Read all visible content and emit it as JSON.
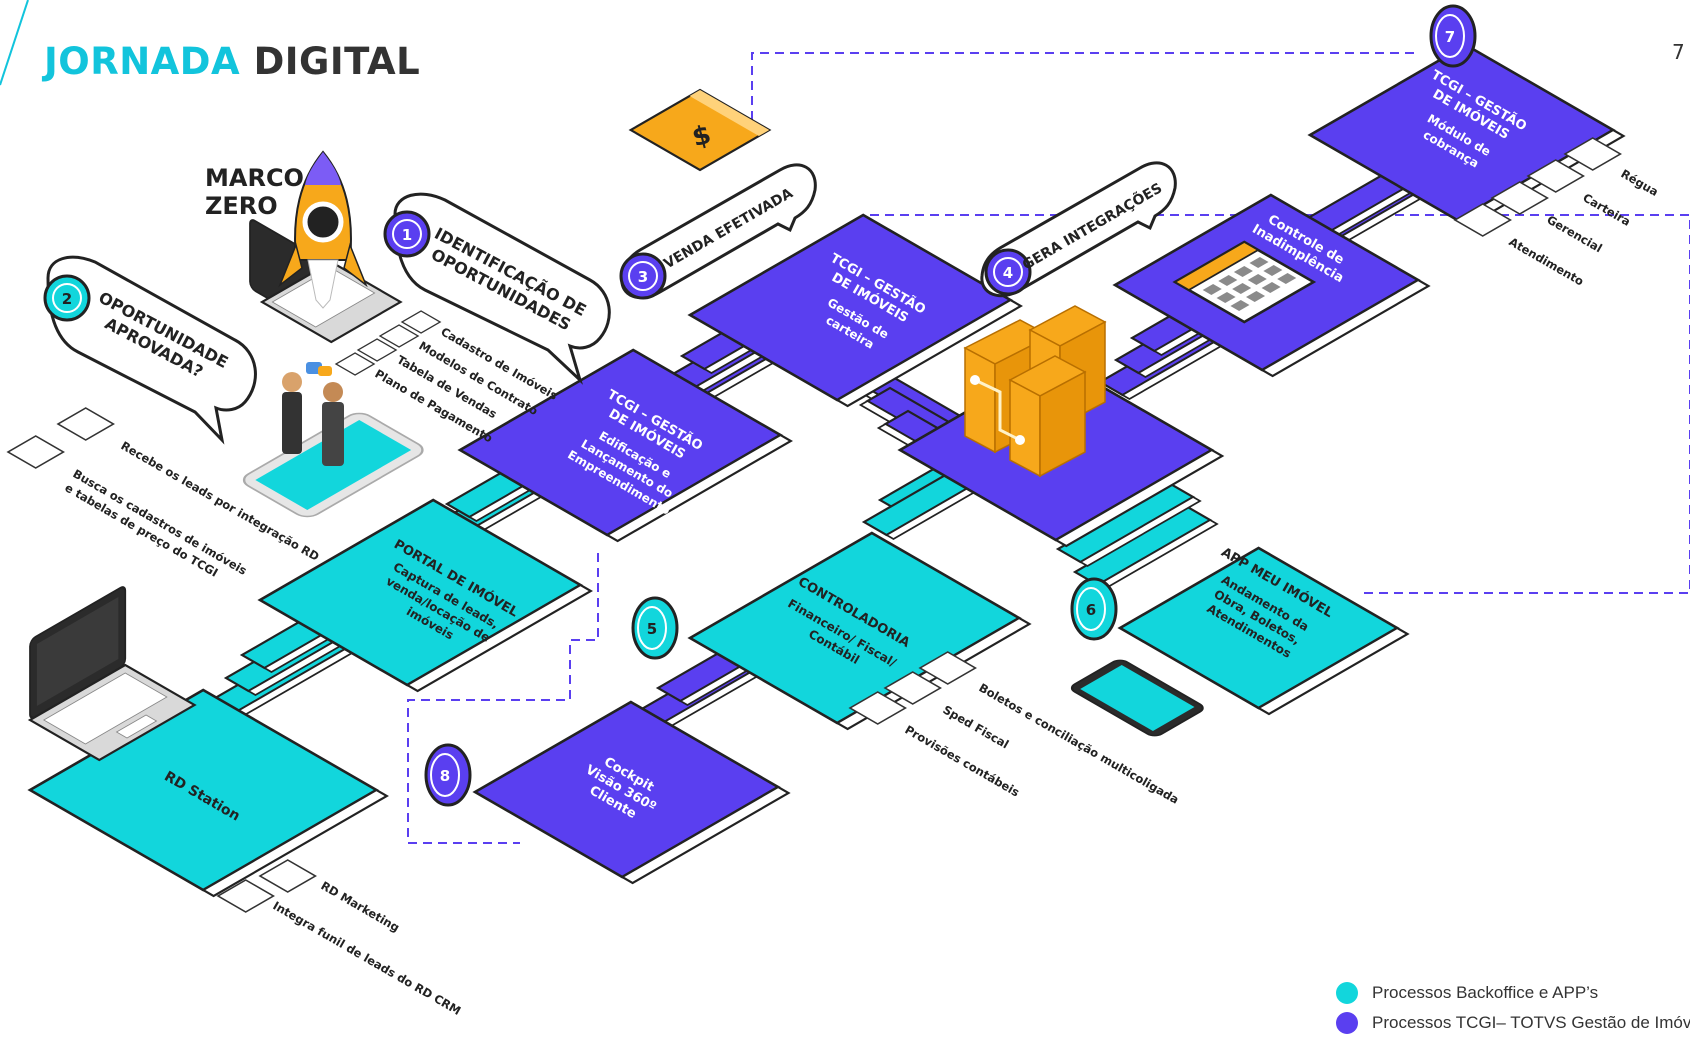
{
  "title": {
    "part1": "JORNADA",
    "part2": "DIGITAL"
  },
  "page_number": "7",
  "colors": {
    "teal": "#12d6dc",
    "purple": "#5a3ff0",
    "dark": "#222222",
    "orange": "#f7a81b"
  },
  "marco_zero": {
    "line1": "MARCO",
    "line2": "ZERO"
  },
  "stations": {
    "rd_station": "RD Station",
    "portal": {
      "title": "PORTAL DE IMÓVEL",
      "l1": "Captura de leads,",
      "l2": "venda/locação de",
      "l3": "imóveis"
    },
    "tcgi1": {
      "title1": "TCGI – GESTÃO",
      "title2": "DE IMÓVEIS",
      "l1": "Edificação e",
      "l2": "Lançamento do",
      "l3": "Empreendimento"
    },
    "tcgi2": {
      "title1": "TCGI – GESTÃO",
      "title2": "DE IMÓVEIS",
      "l1": "Gestão de",
      "l2": "carteira"
    },
    "controladoria": {
      "title": "CONTROLADORIA",
      "l1": "Financeiro/ Fiscal/",
      "l2": "Contábil"
    },
    "cockpit": {
      "l1": "Cockpit",
      "l2": "Visão 360º",
      "l3": "Cliente"
    },
    "inadimplencia": {
      "l1": "Controle de",
      "l2": "Inadimplência"
    },
    "tcgi3": {
      "title1": "TCGI – GESTÃO",
      "title2": "DE IMÓVEIS",
      "l1": "Módulo de",
      "l2": "cobrança"
    },
    "app": {
      "title": "APP MEU IMÓVEL",
      "l1": "Andamento da",
      "l2": "Obra, Boletos,",
      "l3": "Atendimentos"
    }
  },
  "bubbles": {
    "b1": {
      "num": "1",
      "l1": "IDENTIFICAÇÃO DE",
      "l2": "OPORTUNIDADES"
    },
    "b2": {
      "num": "2",
      "l1": "OPORTUNIDADE",
      "l2": "APROVADA?"
    },
    "b3": {
      "num": "3",
      "l1": "VENDA EFETIVADA"
    },
    "b4": {
      "num": "4",
      "l1": "GERA INTEGRAÇÕES"
    }
  },
  "coins": {
    "c5": "5",
    "c6": "6",
    "c7": "7",
    "c8": "8"
  },
  "folder_symbol": "$",
  "checklists": {
    "rd": [
      "RD Marketing",
      "Integra funil de leads do RD CRM"
    ],
    "approval": [
      "Recebe os leads por integração RD",
      "Busca os cadastros de imóveis",
      "e tabelas de preço do TCGI"
    ],
    "identification": [
      "Cadastro de Imóveis",
      "Modelos de Contrato",
      "Tabela de Vendas",
      "Plano de Pagamento"
    ],
    "controladoria": [
      "Boletos e conciliação multicoligada",
      "Sped Fiscal",
      "Provisões contábeis"
    ],
    "cobranca": [
      "Régua",
      "Carteira",
      "Gerencial",
      "Atendimento"
    ]
  },
  "legend": [
    {
      "label": "Processos Backoffice e APP’s",
      "color": "#12d6dc"
    },
    {
      "label": "Processos TCGI– TOTVS Gestão de Imóveis",
      "color": "#5a3ff0"
    }
  ]
}
